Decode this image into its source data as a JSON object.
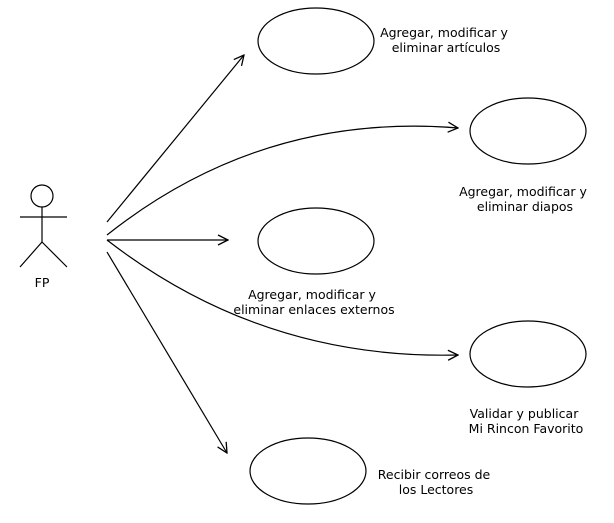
{
  "diagram": {
    "type": "use-case",
    "actor": {
      "label": "FP"
    },
    "use_cases": [
      {
        "id": "articulos",
        "lines": [
          "Agregar, modificar y",
          "eliminar artículos"
        ]
      },
      {
        "id": "diapos",
        "lines": [
          "Agregar, modificar y",
          "eliminar diapos"
        ]
      },
      {
        "id": "enlaces",
        "lines": [
          "Agregar, modificar y",
          "eliminar enlaces externos"
        ]
      },
      {
        "id": "rincon",
        "lines": [
          "Validar y publicar",
          "Mi Rincon Favorito"
        ]
      },
      {
        "id": "correos",
        "lines": [
          "Recibir correos de",
          "los Lectores"
        ]
      }
    ],
    "associations": [
      {
        "from": "actor",
        "to": "articulos"
      },
      {
        "from": "actor",
        "to": "diapos"
      },
      {
        "from": "actor",
        "to": "enlaces"
      },
      {
        "from": "actor",
        "to": "rincon"
      },
      {
        "from": "actor",
        "to": "correos"
      }
    ]
  }
}
